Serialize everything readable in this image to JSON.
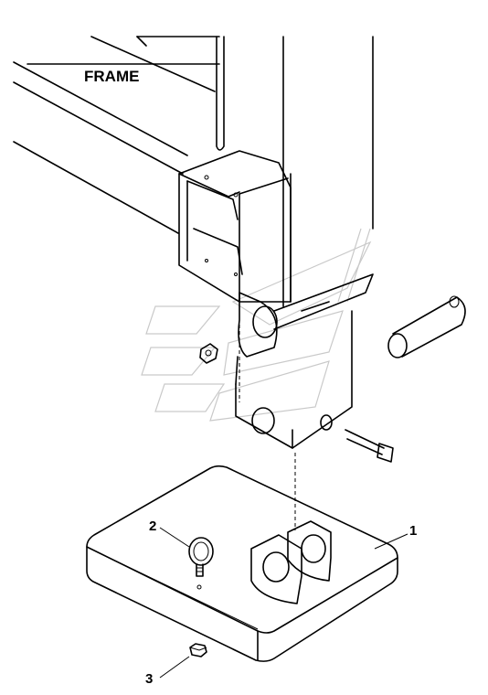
{
  "frame_label": "FRAME",
  "callouts": {
    "pad": "1",
    "eye_bolt": "2",
    "nut": "3"
  }
}
